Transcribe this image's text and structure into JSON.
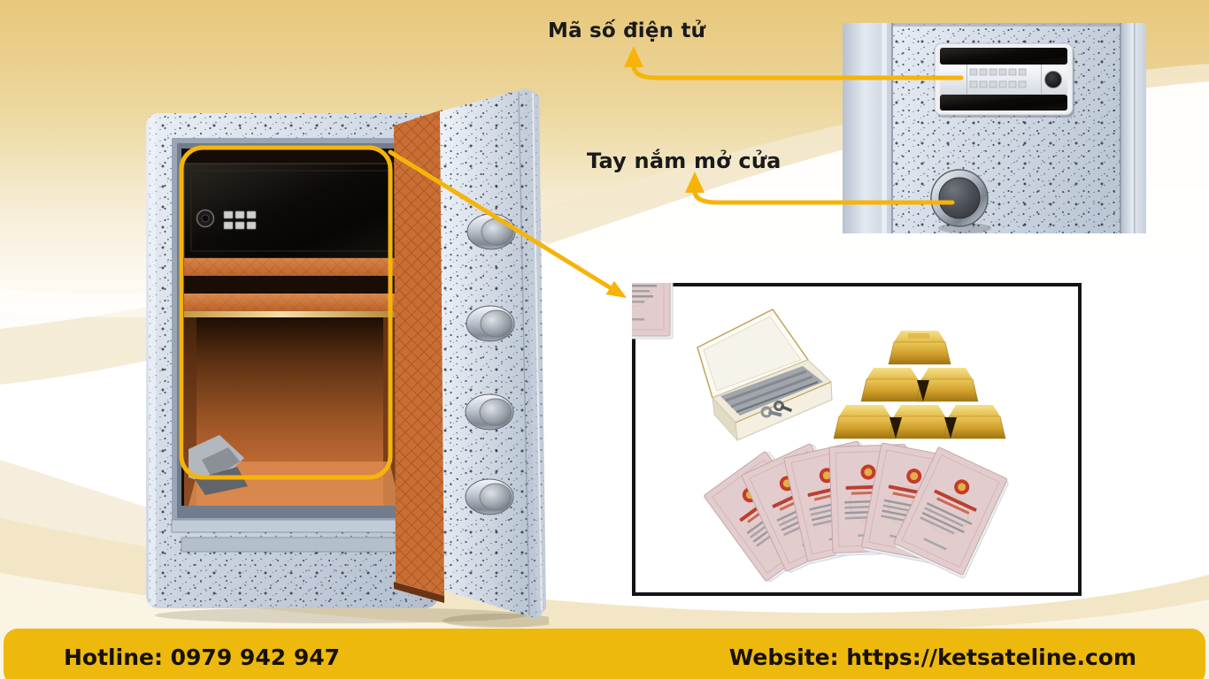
{
  "annotations": {
    "keypad_label": "Mã số điện tử",
    "handle_label": "Tay nắm mở cửa"
  },
  "footer": {
    "hotline": "Hotline: 0979 942 947",
    "website": "Website: https://ketsateline.com"
  },
  "colors": {
    "callout_yellow": "#F6B40B",
    "footer_bar_yellow": "#EDB90D",
    "label_text": "#1A1A1A",
    "safe_body_steel": "#CDD6E3",
    "safe_interior_orange": "#C96F36",
    "inset_border": "#141414"
  },
  "icons": {
    "arrow_to_keypad": "curved-callout-arrow",
    "arrow_to_handle": "curved-callout-arrow",
    "arrow_to_inset": "diagonal-callout-arrow",
    "interior_highlight": "rounded-highlight-outline"
  }
}
